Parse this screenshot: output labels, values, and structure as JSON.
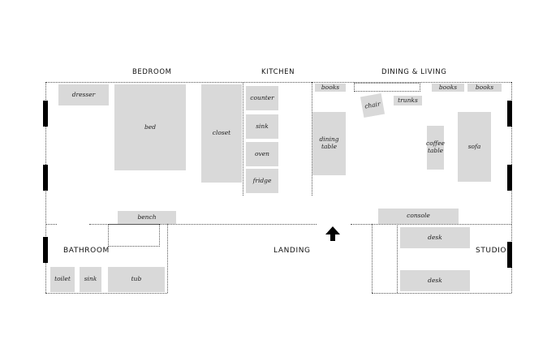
{
  "rooms": {
    "bedroom": "BEDROOM",
    "kitchen": "KITCHEN",
    "dining_living": "DINING & LIVING",
    "bathroom": "BATHROOM",
    "landing": "LANDING",
    "studio": "STUDIO"
  },
  "furniture": {
    "dresser": "dresser",
    "bed": "bed",
    "closet": "closet",
    "counter": "counter",
    "sink_kitchen": "sink",
    "oven": "oven",
    "fridge": "fridge",
    "books_1": "books",
    "books_2": "books",
    "books_3": "books",
    "chair": "chair",
    "trunks": "trunks",
    "dining_table": "dining table",
    "coffee_table": "coffee table",
    "sofa": "sofa",
    "bench": "bench",
    "console": "console",
    "desk_1": "desk",
    "desk_2": "desk",
    "toilet": "toilet",
    "sink_bath": "sink",
    "tub": "tub"
  },
  "icons": {
    "entrance": "up-arrow-icon"
  },
  "colors": {
    "furniture_fill": "#d9d9d9",
    "window": "#000000",
    "wall_line": "#555555"
  }
}
